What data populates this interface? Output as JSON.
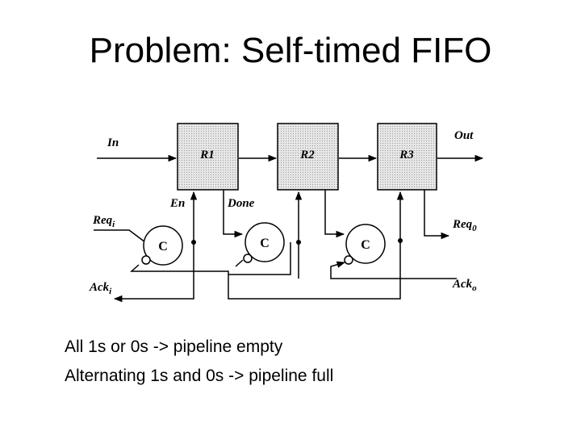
{
  "slide": {
    "title": "Problem: Self-timed FIFO",
    "bullets": [
      "All 1s or 0s -> pipeline empty",
      "Alternating 1s and 0s -> pipeline full"
    ]
  },
  "diagram": {
    "registers": [
      "R1",
      "R2",
      "R3"
    ],
    "c_elements": [
      "C",
      "C",
      "C"
    ],
    "labels": {
      "in": "In",
      "out": "Out",
      "en": "En",
      "done": "Done",
      "req_in_base": "Req",
      "req_in_sub": "i",
      "req_out_base": "Req",
      "req_out_sub": "0",
      "ack_in_base": "Ack",
      "ack_in_sub": "i",
      "ack_out_base": "Ack",
      "ack_out_sub": "o"
    },
    "colors": {
      "register_fill": "#d9d9d9",
      "wire": "#000000"
    }
  }
}
